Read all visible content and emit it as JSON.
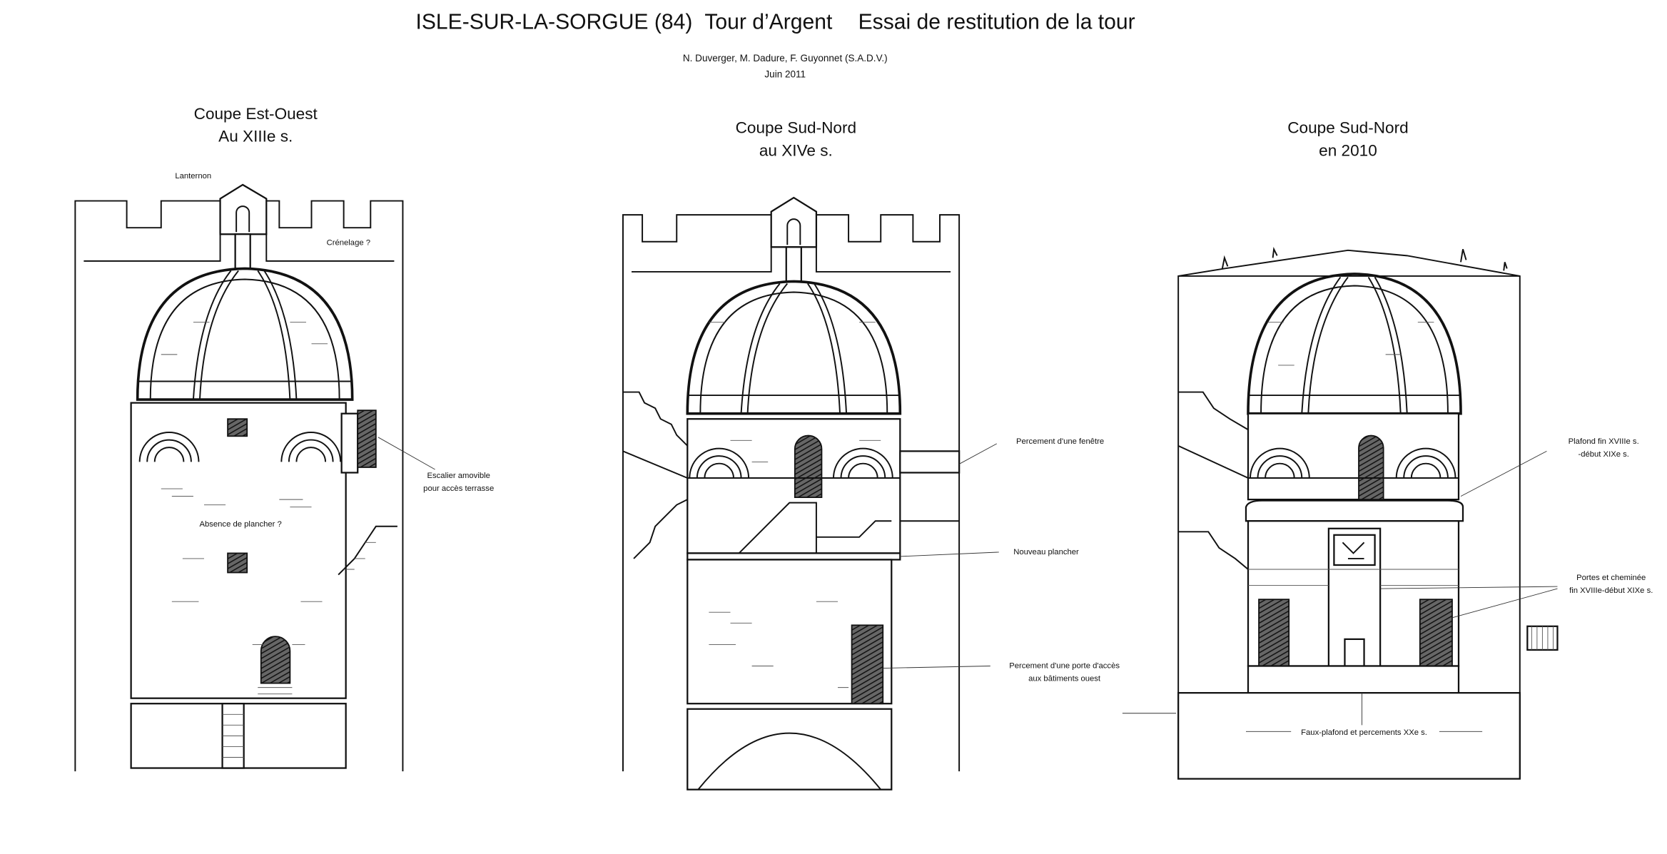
{
  "header": {
    "title_place": "ISLE-SUR-LA-SORGUE (84)",
    "title_monument": "Tour d’Argent",
    "title_subject": "Essai de restitution de la tour",
    "authors": "N. Duverger, M. Dadure, F. Guyonnet (S.A.D.V.)",
    "date": "Juin 2011"
  },
  "sections": [
    {
      "heading_line1": "Coupe Est-Ouest",
      "heading_line2": "Au XIIIe s.",
      "notes": {
        "lanternon": "Lanternon",
        "crenelage": "Crénelage ?",
        "escalier_line1": "Escalier amovible",
        "escalier_line2": "pour accès terrasse",
        "absence": "Absence de plancher ?"
      }
    },
    {
      "heading_line1": "Coupe Sud-Nord",
      "heading_line2": "au XIVe s.",
      "notes": {
        "fenetre": "Percement d'une fenêtre",
        "plancher": "Nouveau plancher",
        "porte_line1": "Percement d'une porte d'accès",
        "porte_line2": "aux bâtiments ouest"
      }
    },
    {
      "heading_line1": "Coupe Sud-Nord",
      "heading_line2": "en 2010",
      "notes": {
        "plafond_line1": "Plafond fin XVIIIe s.",
        "plafond_line2": "-début XIXe s.",
        "portes_line1": "Portes et cheminée",
        "portes_line2": "fin XVIIIe-début XIXe s.",
        "faux_plafond": "Faux-plafond et percements XXe s."
      }
    }
  ]
}
